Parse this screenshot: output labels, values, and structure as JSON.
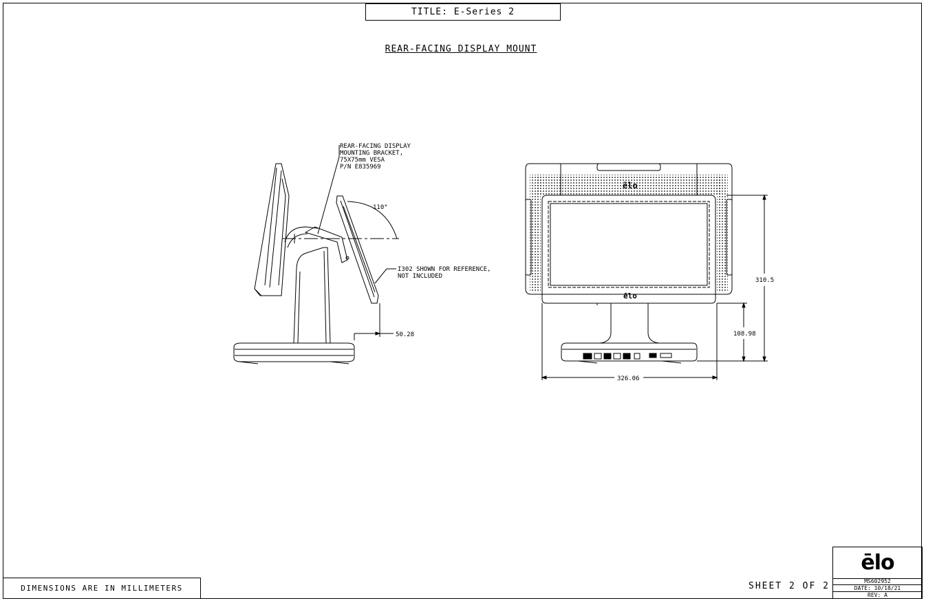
{
  "title_block": {
    "title": "TITLE: E-Series 2"
  },
  "subtitle": "REAR-FACING DISPLAY MOUNT",
  "callouts": {
    "bracket": [
      "REAR-FACING DISPLAY",
      "MOUNTING BRACKET,",
      "75X75mm VESA",
      "P/N E835969"
    ],
    "monitor": [
      "I302 SHOWN FOR REFERENCE,",
      "NOT INCLUDED"
    ],
    "angle": "110°"
  },
  "dimensions": {
    "offset": "50.28",
    "height_total": "310.5",
    "height_base": "108.98",
    "width": "326.06"
  },
  "footer": {
    "units_note": "DIMENSIONS ARE IN MILLIMETERS",
    "sheet": "SHEET 2 OF 2",
    "logo": "ēlo",
    "drawing_number": "MS602952",
    "date": "DATE: 10/18/21",
    "revision": "REV: A"
  },
  "logo_front_top": "ēlo",
  "logo_front_bottom": "ēlo"
}
